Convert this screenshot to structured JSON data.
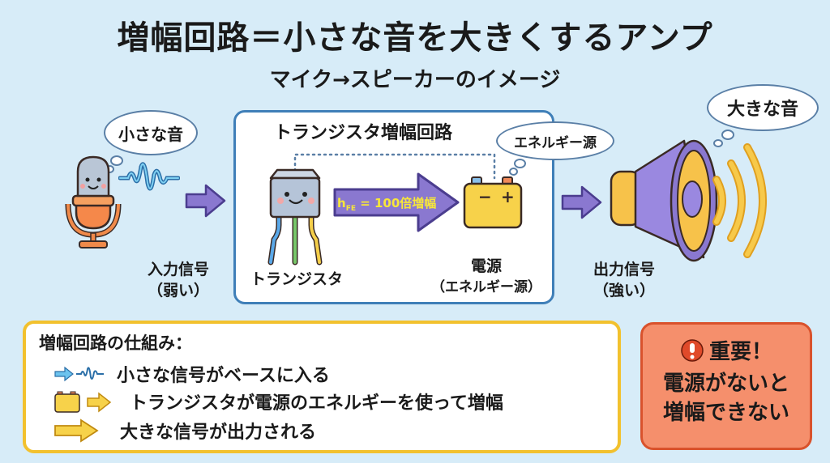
{
  "header": {
    "title": "増幅回路＝小さな音を大きくするアンプ",
    "subtitle": "マイク→スピーカーのイメージ"
  },
  "input": {
    "bubble": "小さな音",
    "label_line1": "入力信号",
    "label_line2": "（弱い）"
  },
  "circuit": {
    "title": "トランジスタ増幅回路",
    "energy_bubble": "エネルギー源",
    "transistor_label": "トランジスタ",
    "gain_prefix": "h",
    "gain_sub": "FE",
    "gain_text": " = 100倍増幅",
    "battery_minus": "−",
    "battery_plus": "+",
    "power_label_line1": "電源",
    "power_label_line2": "（エネルギー源）"
  },
  "output": {
    "bubble": "大きな音",
    "label_line1": "出力信号",
    "label_line2": "（強い）"
  },
  "how_it_works": {
    "title": "増幅回路の仕組み：",
    "steps": [
      {
        "icon": "arrow-wave-icon",
        "text": "小さな信号がベースに入る"
      },
      {
        "icon": "battery-arrow-icon",
        "text": "トランジスタが電源のエネルギーを使って増幅"
      },
      {
        "icon": "big-arrow-icon",
        "text": "大きな信号が出力される"
      }
    ]
  },
  "warning": {
    "heading": "重要！",
    "line1": "電源がないと",
    "line2": "増幅できない"
  },
  "colors": {
    "background": "#d7ecf8",
    "circuit_border": "#3f7fb8",
    "how_border": "#f2c12e",
    "warning_bg": "#f58f6c",
    "warning_border": "#d9522c",
    "arrow_purple": "#8a78d0",
    "gain_text": "#f7e63a"
  }
}
